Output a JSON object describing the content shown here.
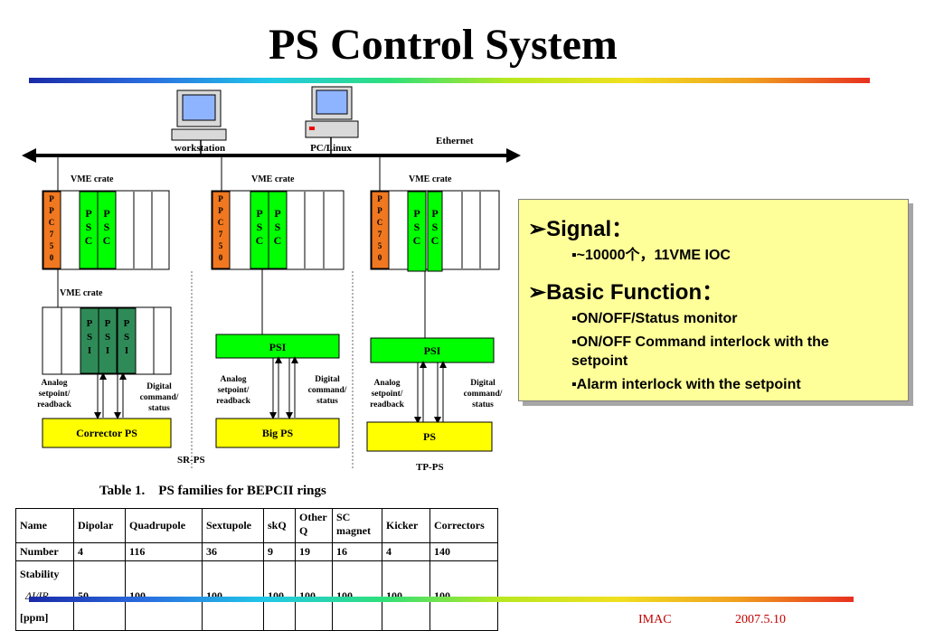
{
  "title": "PS Control System",
  "diagram": {
    "workstation": "workstation",
    "pc_linux": "PC/Linux",
    "ethernet": "Ethernet",
    "vme_crate": "VME crate",
    "ppc": [
      "P",
      "P",
      "C",
      "7",
      "5",
      "0"
    ],
    "psc": [
      "P",
      "S",
      "C"
    ],
    "psi_vertical": [
      "P",
      "S",
      "I"
    ],
    "psi": "PSI",
    "analog": [
      "Analog",
      "setpoint/",
      "readback"
    ],
    "digital": [
      "Digital",
      "command/",
      "status"
    ],
    "corrector_ps": "Corrector PS",
    "big_ps": "Big PS",
    "ps": "PS",
    "sr_ps": "SR-PS",
    "tp_ps": "TP-PS",
    "colors": {
      "ppc": "#f07820",
      "psc": "#00ff00",
      "psi_dark": "#2e8b57",
      "ps_box": "#ffff00",
      "psi_box": "#00ff00"
    }
  },
  "info": {
    "signal_heading": "Signal：",
    "signal_items": [
      "▪~10000个，11VME IOC"
    ],
    "basic_heading": "Basic Function：",
    "basic_items": [
      "▪ON/OFF/Status monitor",
      "▪ON/OFF Command interlock with the setpoint",
      "▪Alarm interlock with the setpoint"
    ]
  },
  "table": {
    "caption": "Table 1.    PS families for BEPCII rings",
    "header": [
      "Name",
      "Dipolar",
      "Quadrupole",
      "Sextupole",
      "skQ",
      "Other Q",
      "SC magnet",
      "Kicker",
      "Correctors"
    ],
    "number_row": [
      "Number",
      "4",
      "116",
      "36",
      "9",
      "19",
      "16",
      "4",
      "140"
    ],
    "stability_label": [
      "Stability",
      "ΔI/IR",
      "[ppm]"
    ],
    "stability_values": [
      "50",
      "100",
      "100",
      "100",
      "100",
      "100",
      "100",
      "100"
    ]
  },
  "footer": {
    "left": "IMAC",
    "right": "2007.5.10"
  }
}
